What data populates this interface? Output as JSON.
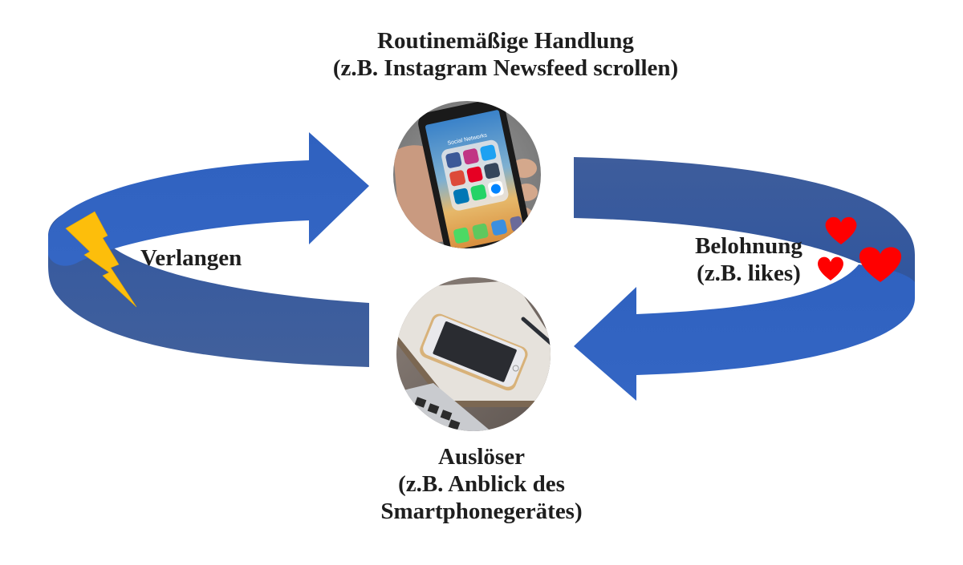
{
  "diagram": {
    "type": "habit-loop",
    "colors": {
      "ribbon_top": "#3163C1",
      "ribbon_side": "#3C5B9A",
      "bolt": "#FDBE0B",
      "heart": "#FF0000",
      "text": "#1E1E1E",
      "background": "#FFFFFF"
    },
    "stages": {
      "routine": {
        "title": "Routinemäßige Handlung",
        "example": "(z.B. Instagram Newsfeed scrollen)",
        "image": "hand-holding-smartphone-social-networks-folder"
      },
      "craving": {
        "title": "Verlangen",
        "icon": "lightning-bolt-icon"
      },
      "reward": {
        "title": "Belohnung",
        "example": "(z.B. likes)",
        "icon": "hearts-icon"
      },
      "cue": {
        "title": "Auslöser",
        "example_line1": "(z.B. Anblick des",
        "example_line2": "Smartphonegerätes)",
        "image": "smartphone-lying-on-notebook"
      }
    },
    "phone_screen": {
      "folder_label": "Social Networks",
      "apps": [
        "facebook",
        "instagram",
        "twitter",
        "google-plus",
        "pinterest",
        "tumblr",
        "linkedin",
        "whatsapp",
        "messenger"
      ]
    }
  }
}
